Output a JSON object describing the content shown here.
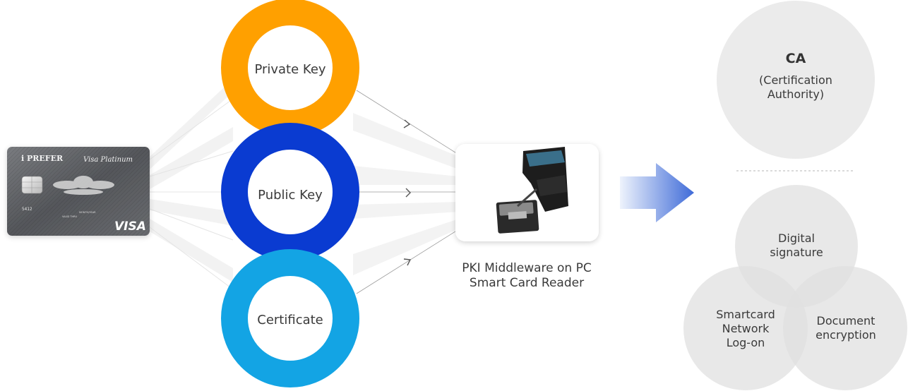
{
  "card": {
    "brand": "i PREFER",
    "tier": "Visa Platinum",
    "number_fragment": "5412",
    "valid_label": "VALID THRU",
    "expiry_label": "MONTH/YEAR",
    "network": "VISA"
  },
  "rings": [
    {
      "label": "Private Key",
      "color": "#FFA000"
    },
    {
      "label": "Public Key",
      "color": "#0A3BD1"
    },
    {
      "label": "Certificate",
      "color": "#13A4E4"
    }
  ],
  "reader": {
    "line1": "PKI Middleware on PC",
    "line2": "Smart Card Reader"
  },
  "ca": {
    "title": "CA",
    "subtitle_line1": "(Certification",
    "subtitle_line2": "Authority)"
  },
  "venn": {
    "top_line1": "Digital",
    "top_line2": "signature",
    "left_line1": "Smartcard",
    "left_line2": "Network",
    "left_line3": "Log-on",
    "right_line1": "Document",
    "right_line2": "encryption"
  },
  "colors": {
    "arrow_start": "#EEF3FC",
    "arrow_end": "#3F6BD8",
    "gray_circle": "#EBEBEB",
    "card_body": "#5A5C60"
  }
}
